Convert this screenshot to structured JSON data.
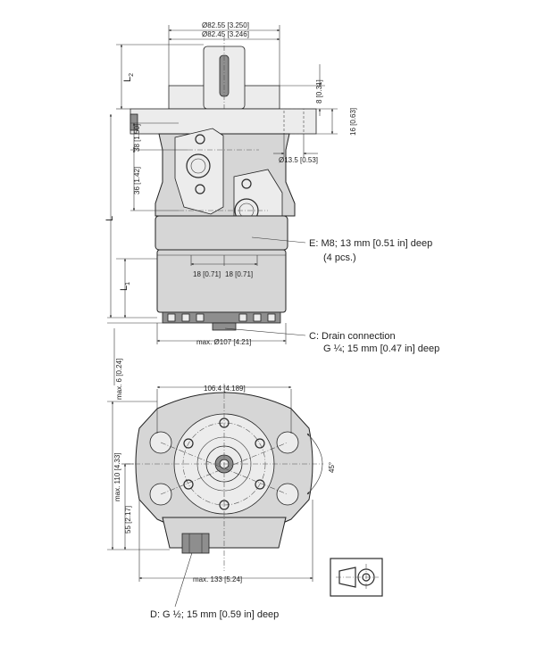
{
  "side_view": {
    "dia_top_upper": "Ø82.55 [3.250]",
    "dia_top_lower": "Ø82.45 [3.246]",
    "label_L2": "L",
    "label_L2_sub": "2",
    "label_L": "L",
    "label_L1": "L",
    "label_L1_sub": "1",
    "dim_8": "8 [0.31]",
    "dim_16": "16 [0.63]",
    "dim_38": "38 [1.50]",
    "dim_36": "36 [1.42]",
    "dim_hole": "Ø13.5 [0.53]",
    "dim_18_left": "18 [0.71]",
    "dim_18_right": "18 [0.71]",
    "dim_max6": "max. 6 [0.24]",
    "dim_max107": "max. Ø107 [4.21]"
  },
  "callouts": {
    "e_line1": "E:  M8; 13 mm [0.51 in] deep",
    "e_line2": "(4 pcs.)",
    "c_line1": "C:  Drain connection",
    "c_line2": "G ¼; 15 mm [0.47 in] deep",
    "d_line1": "D:  G ½; 15 mm [0.59 in] deep"
  },
  "front_view": {
    "dim_1064": "106.4 [4.189]",
    "dim_max110": "max. 110 [4.33]",
    "dim_55": "55 [2.17]",
    "dim_max133": "max. 133 [5.24]",
    "dim_45": "45°"
  }
}
